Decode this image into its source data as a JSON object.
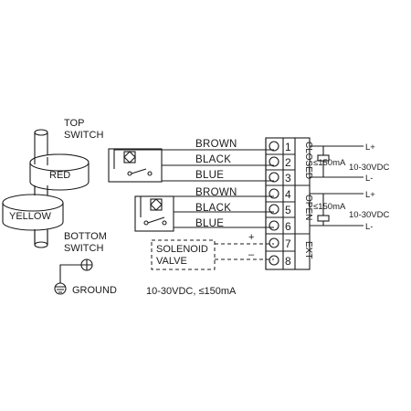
{
  "switch_body": {
    "top_switch_label_line1": "TOP",
    "top_switch_label_line2": "SWITCH",
    "red_label": "RED",
    "yellow_label": "YELLOW",
    "bottom_switch_label_line1": "BOTTOM",
    "bottom_switch_label_line2": "SWITCH",
    "ground_label": "GROUND"
  },
  "wires": {
    "top": [
      "BROWN",
      "BLACK",
      "BLUE"
    ],
    "bottom": [
      "BROWN",
      "BLACK",
      "BLUE"
    ]
  },
  "terminal_block": {
    "numbers": [
      "1",
      "2",
      "3",
      "4",
      "5",
      "6",
      "7",
      "8"
    ],
    "group_closed": "CLOSED",
    "group_open": "OPEN",
    "group_ext": "EXT"
  },
  "outputs": {
    "closed_l_plus": "L+",
    "closed_current": "≤150mA",
    "closed_voltage": "10-30VDC",
    "closed_l_minus": "L-",
    "open_l_plus": "L+",
    "open_current": "≤150mA",
    "open_voltage": "10-30VDC",
    "open_l_minus": "L-"
  },
  "solenoid": {
    "line1": "SOLENOID",
    "line2": "VALVE",
    "plus": "+",
    "minus": "–"
  },
  "footer_spec": "10-30VDC, ≤150mA"
}
